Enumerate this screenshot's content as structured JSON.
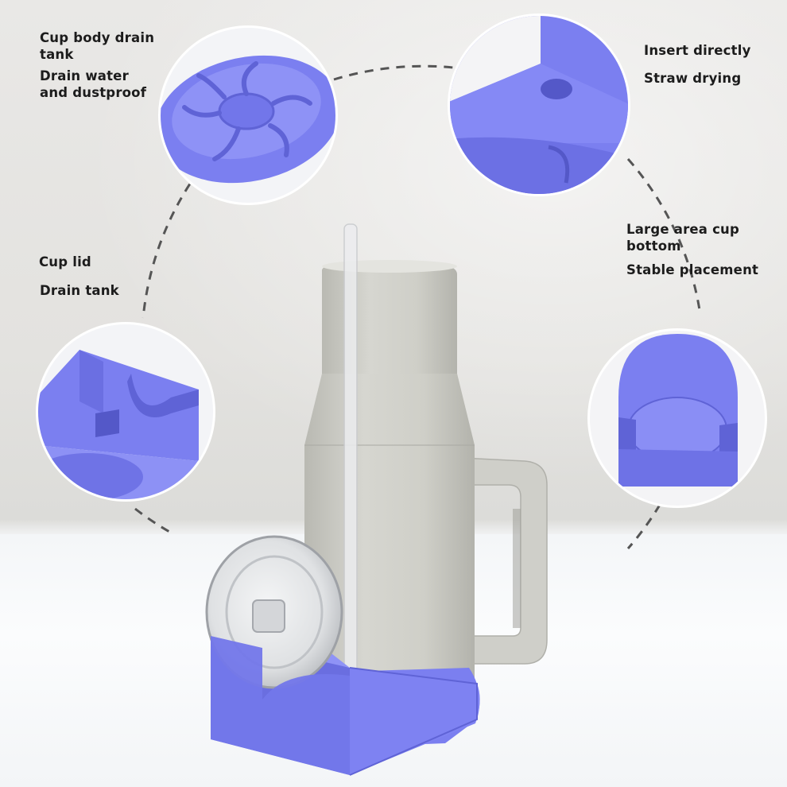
{
  "labels": {
    "drain_tank_title": "Cup body drain tank",
    "drain_tank_sub": "Drain water and dustproof",
    "straw_title": "Insert directly",
    "straw_sub": "Straw drying",
    "bottom_title": "Large area cup bottom",
    "bottom_sub": "Stable placement",
    "lid_title": "Cup lid",
    "lid_sub": "Drain tank"
  },
  "colors": {
    "holder_purple": "#7b7ff0",
    "holder_shadow": "#5f63d6",
    "tumbler_gray": "#cfcfc9",
    "label_text": "#1c1c1c"
  }
}
